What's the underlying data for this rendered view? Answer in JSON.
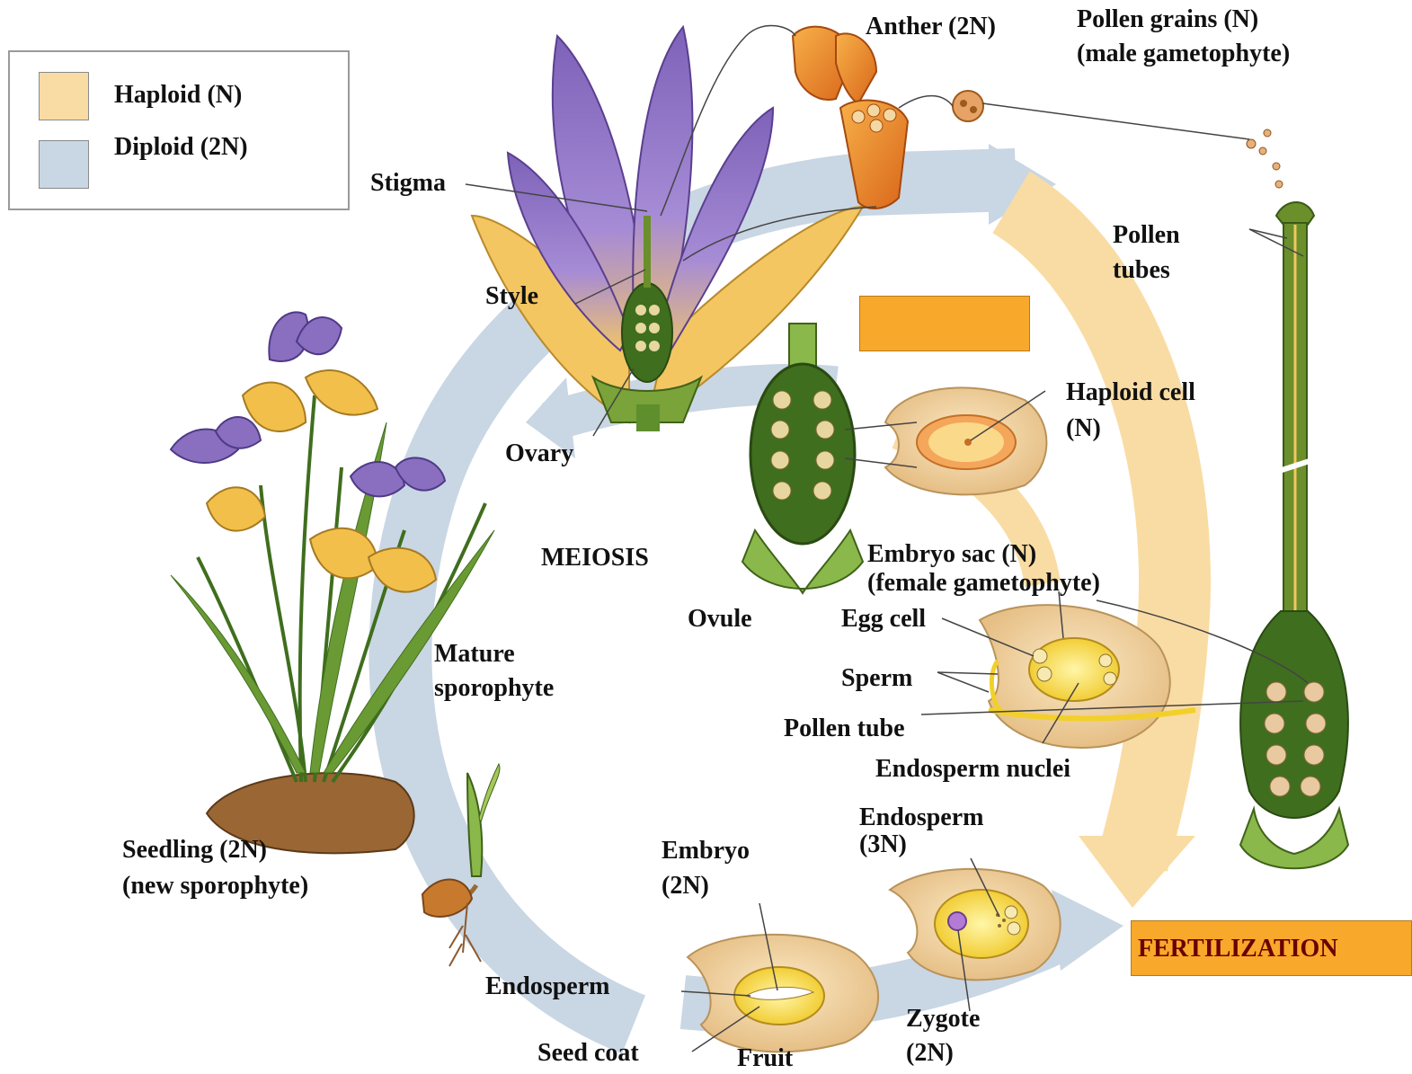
{
  "legend": {
    "haploid_label": "Haploid (N)",
    "diploid_label": "Diploid (2N)",
    "haploid_color": "#f9dca3",
    "diploid_color": "#c9d6e3"
  },
  "labels": {
    "anther": "Anther (2N)",
    "pollen_grains_1": "Pollen grains (N)",
    "pollen_grains_2": "(male gametophyte)",
    "stigma": "Stigma",
    "pollen_tubes_1": "Pollen",
    "pollen_tubes_2": "tubes",
    "style": "Style",
    "haploid_cell_1": "Haploid cell",
    "haploid_cell_2": "(N)",
    "ovary": "Ovary",
    "meiosis": "MEIOSIS",
    "embryo_sac_1": "Embryo sac (N)",
    "embryo_sac_2": "(female gametophyte)",
    "ovule": "Ovule",
    "egg_cell": "Egg cell",
    "mature_sporophyte_1": "Mature",
    "mature_sporophyte_2": "sporophyte",
    "sperm": "Sperm",
    "pollen_tube": "Pollen tube",
    "endosperm_nuclei": "Endosperm nuclei",
    "endosperm_3n_1": "Endosperm",
    "endosperm_3n_2": "(3N)",
    "seedling_1": "Seedling (2N)",
    "seedling_2": "(new sporophyte)",
    "embryo_1": "Embryo",
    "embryo_2": "(2N)",
    "fertilization": "FERTILIZATION",
    "endosperm": "Endosperm",
    "zygote_1": "Zygote",
    "zygote_2": "(2N)",
    "seed_coat": "Seed coat",
    "fruit": "Fruit"
  },
  "colors": {
    "cycle_arrow_blue": "#c9d6e3",
    "cycle_arrow_tan": "#f9dca3",
    "orange_box": "#f8a82a",
    "petal_purple": "#8a6fc0",
    "petal_yellow": "#f2c04a",
    "leaf_green": "#5e8f2c",
    "ovary_green": "#3f6e1e"
  }
}
